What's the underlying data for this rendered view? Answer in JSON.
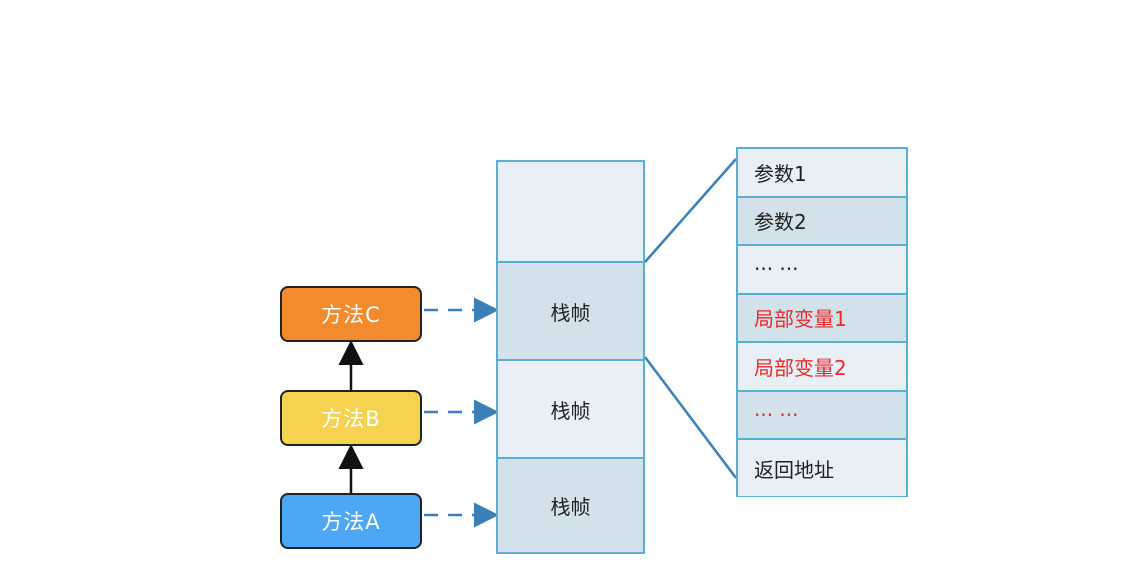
{
  "methods": {
    "c": "方法C",
    "b": "方法B",
    "a": "方法A"
  },
  "stack": {
    "frame_label": "栈帧"
  },
  "frame_detail": {
    "rows": [
      {
        "text": "参数1",
        "highlight": false
      },
      {
        "text": "参数2",
        "highlight": false
      },
      {
        "text": "··· ···",
        "highlight": false
      },
      {
        "text": "局部变量1",
        "highlight": true
      },
      {
        "text": "局部变量2",
        "highlight": true
      },
      {
        "text": "··· ···",
        "highlight": true
      },
      {
        "text": "返回地址",
        "highlight": false
      }
    ]
  },
  "colors": {
    "method_c": "#f28a2e",
    "method_b": "#f5d24f",
    "method_a": "#4ea7f5",
    "border": "#5aaed0",
    "connector": "#3a7fb8",
    "highlight_text": "#e82a2a"
  }
}
